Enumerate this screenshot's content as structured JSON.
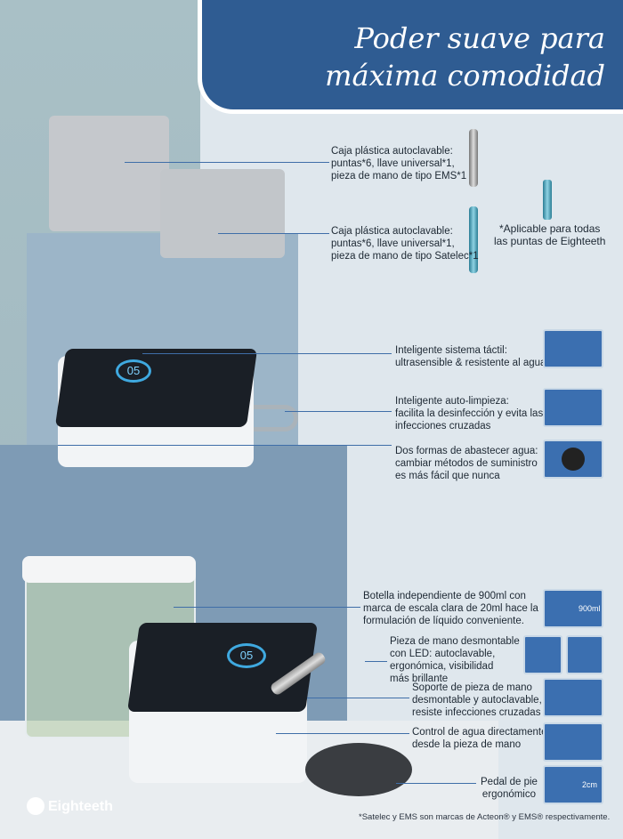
{
  "title": {
    "line1": "Poder suave para",
    "line2": "máxima comodidad"
  },
  "callouts": {
    "ems_box": [
      "Caja plástica autoclavable:",
      "puntas*6, llave universal*1,",
      "pieza de mano de tipo EMS*1"
    ],
    "satelec_box": [
      "Caja plástica autoclavable:",
      "puntas*6, llave universal*1,",
      "pieza de mano de tipo Satelec*1"
    ],
    "applicable": [
      "*Aplicable para todas",
      "las puntas de Eighteeth"
    ],
    "touch": [
      "Inteligente sistema táctil:",
      "ultrasensible & resistente al agua"
    ],
    "self_clean": [
      "Inteligente auto-limpieza:",
      "facilita la desinfección y evita las",
      "infecciones cruzadas"
    ],
    "water_supply": [
      "Dos formas de abastecer agua:",
      "cambiar métodos de suministro",
      "es más fácil que nunca"
    ],
    "bottle": [
      "Botella independiente de 900ml con",
      "marca de escala clara de 20ml hace la",
      "formulación de líquido conveniente."
    ],
    "handpiece": [
      "Pieza de mano desmontable",
      "con LED: autoclavable,",
      "ergonómica, visibilidad",
      "más brillante"
    ],
    "holder": [
      "Soporte de pieza de mano",
      "desmontable y autoclavable,",
      "resiste infecciones cruzadas"
    ],
    "water_control": [
      "Control de agua directamente",
      "desde la pieza de mano"
    ],
    "pedal": [
      "Pedal de pie",
      "ergonómico"
    ]
  },
  "thumb_labels": {
    "bottle": "900ml",
    "pedal": "2cm"
  },
  "device_display": "05",
  "brand": "Eighteeth",
  "footnote": "*Satelec y EMS son marcas de Acteon® y EMS® respectivamente."
}
